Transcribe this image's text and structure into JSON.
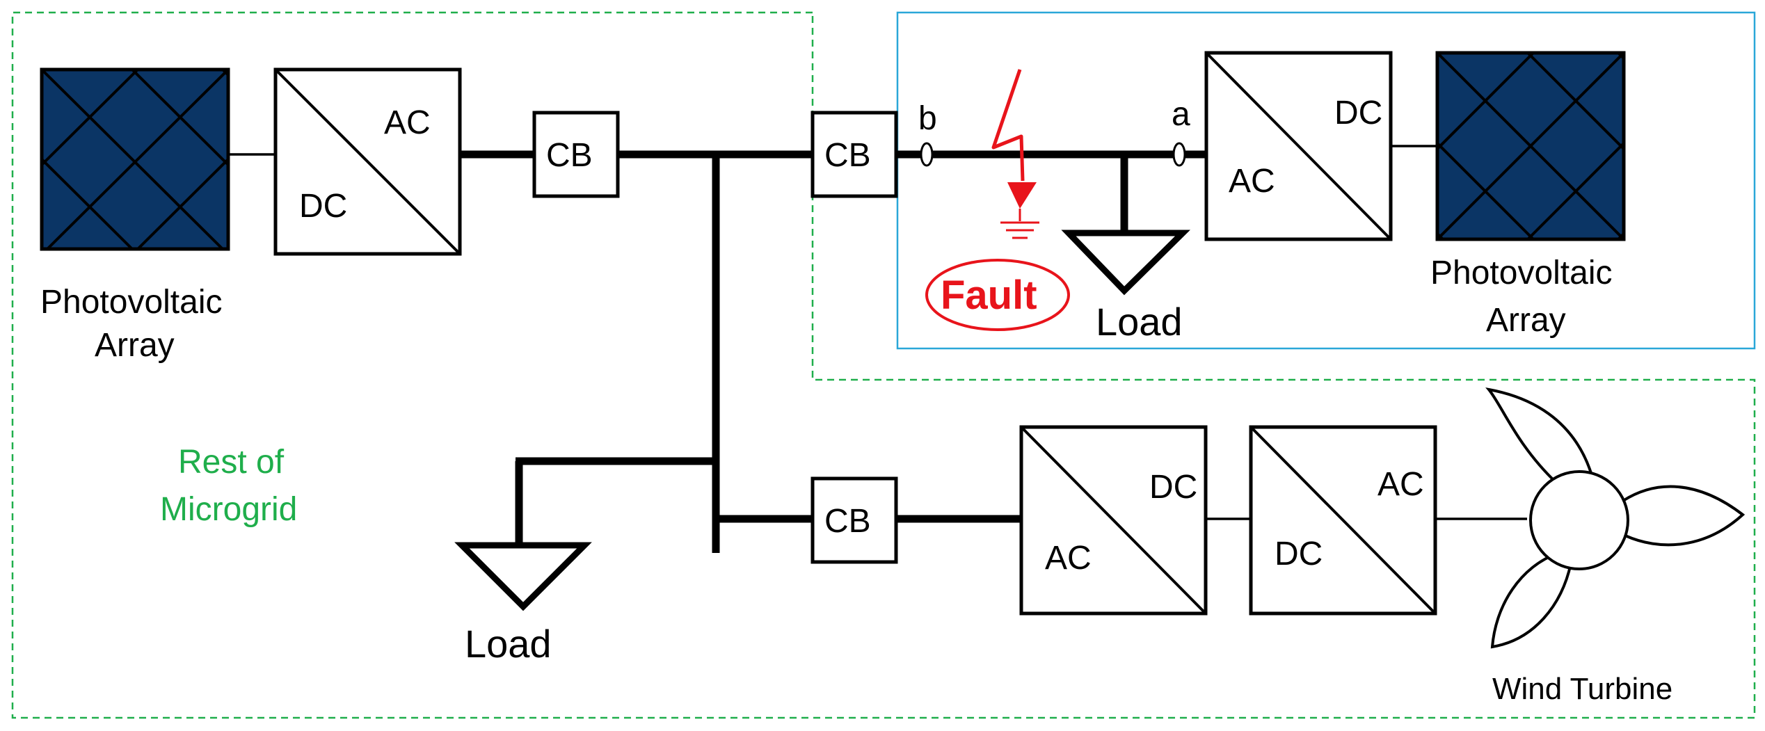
{
  "colors": {
    "pv_fill": "#0b3565",
    "rest_boundary": "#1fae4b",
    "fault_zone_boundary": "#2aa7d8",
    "fault": "#e8141b"
  },
  "labels": {
    "pv_left_line1": "Photovoltaic",
    "pv_left_line2": "Array",
    "pv_right_line1": "Photovoltaic",
    "pv_right_line2": "Array",
    "rest_line1": "Rest of",
    "rest_line2": "Microgrid",
    "load": "Load",
    "wind_turbine": "Wind Turbine",
    "fault": "Fault",
    "cb": "CB",
    "ac": "AC",
    "dc": "DC",
    "point_a": "a",
    "point_b": "b"
  },
  "icons": [
    "photovoltaic-array-icon",
    "converter-icon",
    "circuit-breaker-icon",
    "load-icon",
    "wind-turbine-icon",
    "fault-lightning-icon",
    "ground-icon",
    "current-sensor-icon"
  ]
}
